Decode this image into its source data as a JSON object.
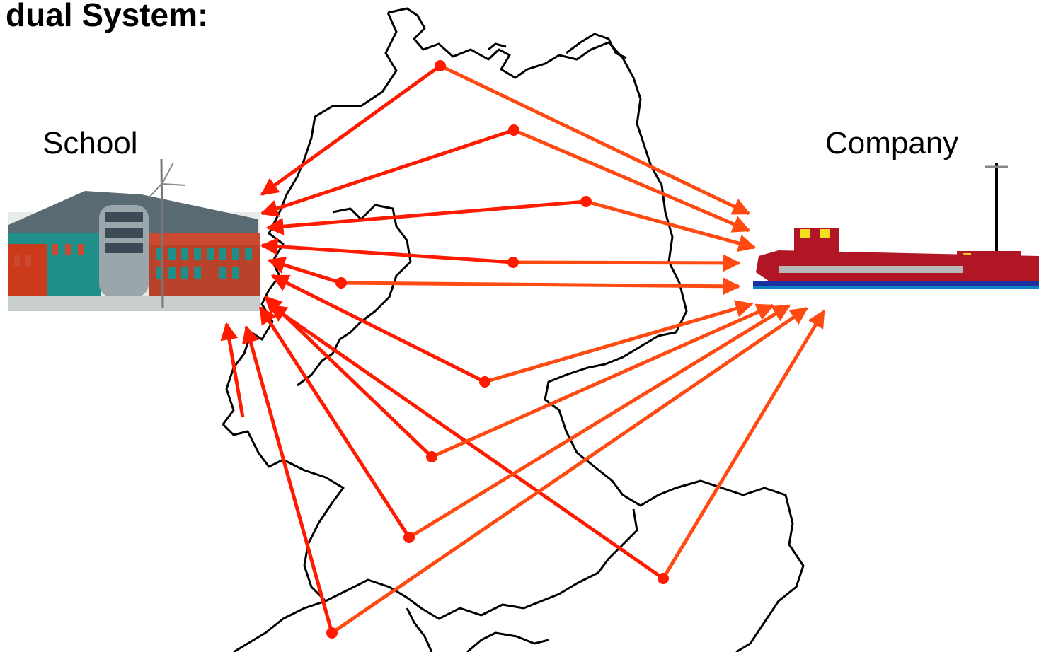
{
  "slide": {
    "title": "dual System:"
  },
  "nodes": {
    "school_label": "School",
    "company_label": "Company"
  },
  "colors": {
    "school_arrow": "#ff1a00",
    "company_arrow": "#ff4a12",
    "map_outline": "#000000",
    "building_teal": "#1f8f8a",
    "building_red": "#cc3a1c",
    "ship_hull": "#b01624",
    "ship_water": "#1b2fa0"
  },
  "icons": {
    "school": "school-building-icon",
    "company": "ship-icon",
    "map": "germany-map-outline"
  }
}
